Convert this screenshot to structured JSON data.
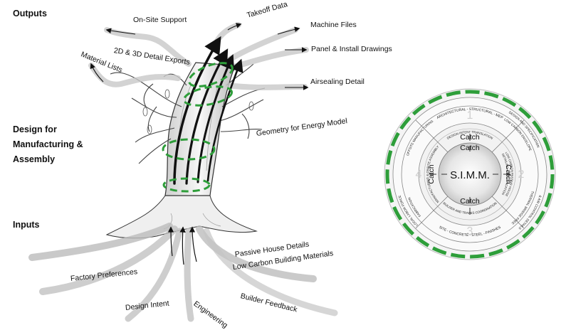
{
  "sections": {
    "outputs": "Outputs",
    "design_line1": "Design for",
    "design_line2": "Manufacturing &",
    "design_line3": "Assembly",
    "inputs": "Inputs"
  },
  "outputs": {
    "onsite_support": "On-Site Support",
    "takeoff_data": "Takeoff Data",
    "machine_files": "Machine Files",
    "detail_exports": "2D & 3D Detail Exports",
    "panel_install": "Panel & Install Drawings",
    "material_lists": "Material Lists",
    "airsealing": "Airsealing Detail",
    "geometry": "Geometry for Energy Model"
  },
  "inputs": {
    "passive_house": "Passive House Details",
    "low_carbon": "Low Carbon Building Materials",
    "factory_prefs": "Factory Preferences",
    "builder_feedback": "Builder Feedback",
    "design_intent": "Design Intent",
    "engineering": "Engineering"
  },
  "wheel": {
    "center_label": "S.I.M.M.",
    "catch_label": "Catch",
    "outer_top": "ARCHITECTURAL - STRUCTURAL - MEP",
    "outer_right_a": "LOW CARBON ENVELOPE",
    "outer_right_b": "DESIGN AND SPECIFICATION",
    "outer_right_c": "THERMAL BRIDGE FREE",
    "outer_right_d": "& AIR CONTROL DETAILS",
    "outer_bottom": "SITE - CONCRETE - STEEL - FINISHES",
    "outer_left_a": "OFFSITE MANUFACTURING",
    "outer_left_b": "LOCAL LABOR FORCE",
    "outer_left_c": "FABRICATION",
    "inner_top": "DESIGN INTENT TRANSLATION",
    "inner_right_a": "LOW CARBON PASSIVE HOUSE",
    "inner_right_b": "DETAILING & SPECIFICATION",
    "inner_bottom": "BUILDER AND TRADES COORDINATION",
    "inner_left": "MANUFACTURING & ONSITE ASSEMBLY",
    "numbers": [
      "1",
      "2",
      "3",
      "4"
    ],
    "accent_color": "#2e9e3a"
  }
}
